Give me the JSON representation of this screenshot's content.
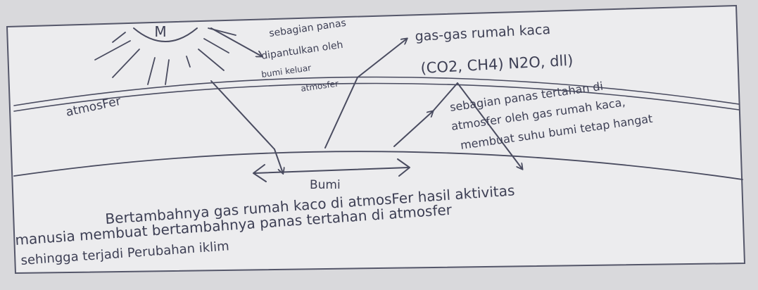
{
  "diagram": {
    "sun_label": "M",
    "layers": {
      "atmosphere_label": "atmosFer",
      "earth_label": "Bumi"
    },
    "annotations": {
      "reflected_heat": [
        "sebagian panas",
        "dipantulkan oleh",
        "bumi keluar",
        "atmosfer"
      ],
      "greenhouse_gases": [
        "gas-gas rumah kaca",
        "(CO2, CH4) N2O, dll)"
      ],
      "trapped_heat": [
        "sebagian panas tertahan di",
        "atmosfer oleh gas rumah kaca,",
        "membuat suhu bumi tetap hangat"
      ]
    },
    "caption": [
      "Bertambahnya gas rumah kaco di atmosFer hasil aktivitas",
      "manusia membuat bertambahnya panas tertahan di atmosfer",
      "sehingga terjadi Perubahan iklim"
    ]
  },
  "colors": {
    "paper": "#ececee",
    "background": "#d9d9dc",
    "ink": "#3d3f54",
    "pencil": "#8a8a92"
  }
}
